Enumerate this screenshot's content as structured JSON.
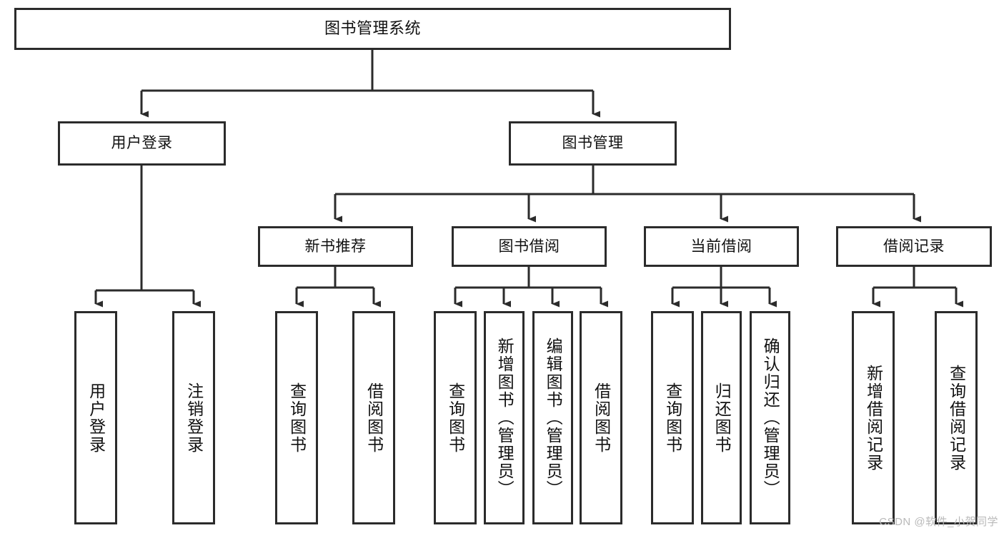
{
  "diagram": {
    "type": "tree",
    "title": "图书管理系统",
    "watermark": "CSDN @软件_小贺同学",
    "colors": {
      "stroke": "#2b2b2b",
      "fill": "#ffffff",
      "text": "#111111",
      "watermark": "#b9b9b9"
    },
    "root": {
      "label": "图书管理系统"
    },
    "level1": [
      {
        "label": "用户登录"
      },
      {
        "label": "图书管理"
      }
    ],
    "level2": [
      {
        "label": "新书推荐"
      },
      {
        "label": "图书借阅"
      },
      {
        "label": "当前借阅"
      },
      {
        "label": "借阅记录"
      }
    ],
    "leaves": {
      "user_login": [
        {
          "label": "用户登录"
        },
        {
          "label": "注销登录"
        }
      ],
      "new_book": [
        {
          "label": "查询图书"
        },
        {
          "label": "借阅图书"
        }
      ],
      "book_borrow": [
        {
          "label": "查询图书"
        },
        {
          "label": "新增图书（管理员）"
        },
        {
          "label": "编辑图书（管理员）"
        },
        {
          "label": "借阅图书"
        }
      ],
      "current_borrow": [
        {
          "label": "查询图书"
        },
        {
          "label": "归还图书"
        },
        {
          "label": "确认归还（管理员）"
        }
      ],
      "borrow_record": [
        {
          "label": "新增借阅记录"
        },
        {
          "label": "查询借阅记录"
        }
      ]
    }
  }
}
